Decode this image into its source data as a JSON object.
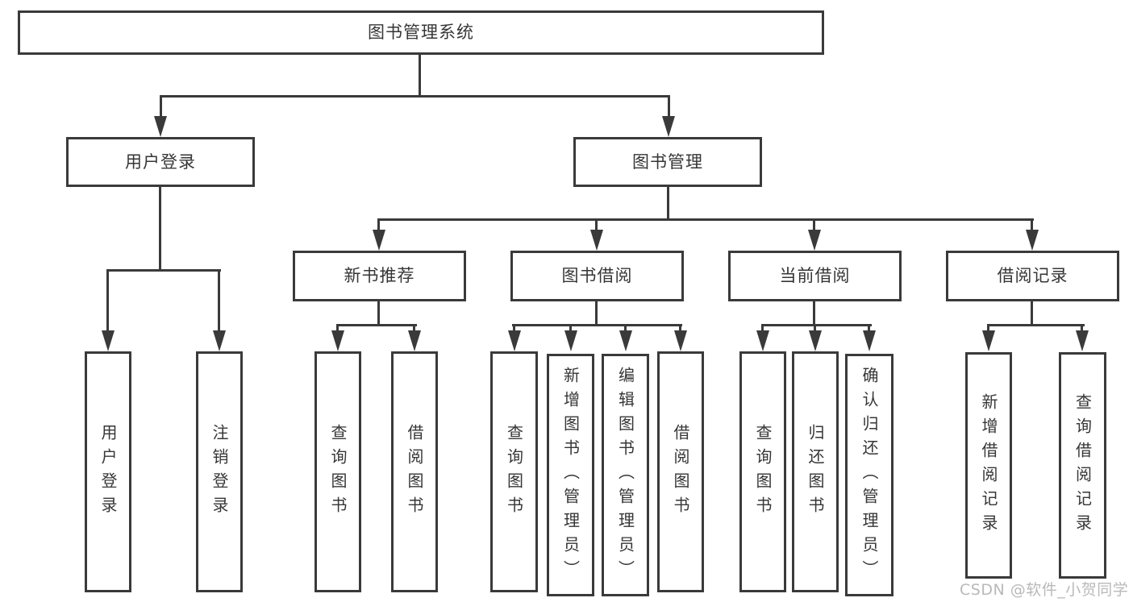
{
  "diagram_title": "图书管理系统",
  "tree": {
    "root": {
      "label": "图书管理系统"
    },
    "branches": [
      {
        "label": "用户登录",
        "children": [
          {
            "label": "用户登录"
          },
          {
            "label": "注销登录"
          }
        ]
      },
      {
        "label": "图书管理",
        "children": [
          {
            "label": "新书推荐",
            "children": [
              {
                "label": "查询图书"
              },
              {
                "label": "借阅图书"
              }
            ]
          },
          {
            "label": "图书借阅",
            "children": [
              {
                "label": "查询图书"
              },
              {
                "label": "新增图书（管理员）"
              },
              {
                "label": "编辑图书（管理员）"
              },
              {
                "label": "借阅图书"
              }
            ]
          },
          {
            "label": "当前借阅",
            "children": [
              {
                "label": "查询图书"
              },
              {
                "label": "归还图书"
              },
              {
                "label": "确认归还（管理员）"
              }
            ]
          },
          {
            "label": "借阅记录",
            "children": [
              {
                "label": "新增借阅记录"
              },
              {
                "label": "查询借阅记录"
              }
            ]
          }
        ]
      }
    ]
  },
  "watermark": {
    "text": "CSDN @软件_小贺同学"
  },
  "colors": {
    "line": "#3a3a3a",
    "text": "#363636",
    "box_fill": "#ffffff",
    "background": "#ffffff",
    "watermark": "#b9b9b9"
  }
}
